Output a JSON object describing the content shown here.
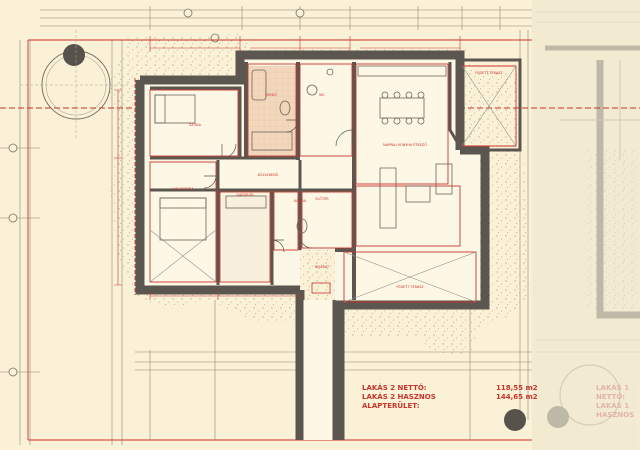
{
  "colors": {
    "paper": "#fbf1d6",
    "wall": "#5b5750",
    "red": "#c9342b",
    "hatch": "#cfcab7",
    "tile": "#f1d3b8",
    "faded": "#9a948a"
  },
  "rooms": {
    "bedroom_1": "SZOBA",
    "bathroom": "FÜRDŐ",
    "wc": "WC",
    "kitchen_living": "NAPPALI KONYHA ÉTKEZŐ",
    "storage": "KAMRA",
    "bedroom_2": "HÁLÓSZOBA",
    "hall": "ELŐTÉR",
    "corridor": "KÖZLEKEDŐ",
    "wardrobe": "GARDRÓB",
    "terrace_front": "FEDETT TERASZ",
    "terrace_back": "FEDETT TERASZ",
    "entry": "BEJÁRAT"
  },
  "summary": {
    "net_label": "LAKÁS 2 NETTÓ:",
    "net_value": "118,55 m2",
    "usable_label": "LAKÁS 2 HASZNOS ALAPTERÜLET:",
    "usable_value": "144,65 m2"
  },
  "ghost_summary": {
    "line1": "LAKÁS 1 NETTÓ:",
    "line2": "LAKÁS 1 HASZNOS"
  }
}
